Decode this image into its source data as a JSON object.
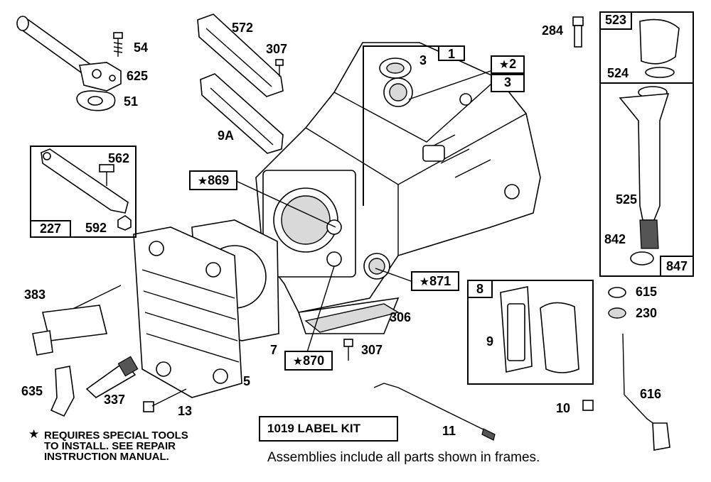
{
  "parts": {
    "p54": "54",
    "p625": "625",
    "p51": "51",
    "p572": "572",
    "p307a": "307",
    "p9a": "9A",
    "p3": "3",
    "p1": "1",
    "p2": "2",
    "p3b": "3",
    "p284": "284",
    "p523": "523",
    "p524": "524",
    "p525": "525",
    "p842": "842",
    "p847": "847",
    "p562": "562",
    "p227": "227",
    "p592": "592",
    "p869": "869",
    "p871": "871",
    "p870": "870",
    "p383": "383",
    "p306": "306",
    "p307b": "307",
    "p7": "7",
    "p5": "5",
    "p635": "635",
    "p337": "337",
    "p13": "13",
    "p8": "8",
    "p9": "9",
    "p615": "615",
    "p230": "230",
    "p616": "616",
    "p10": "10",
    "p11": "11"
  },
  "legend": {
    "note": "REQUIRES SPECIAL TOOLS TO INSTALL.  SEE REPAIR INSTRUCTION MANUAL.",
    "note_l1": "REQUIRES SPECIAL TOOLS",
    "note_l2": "TO INSTALL.  SEE REPAIR",
    "note_l3": "INSTRUCTION MANUAL.",
    "kit_label": "1019 LABEL KIT",
    "assemblies_note": "Assemblies include all parts shown in frames."
  }
}
